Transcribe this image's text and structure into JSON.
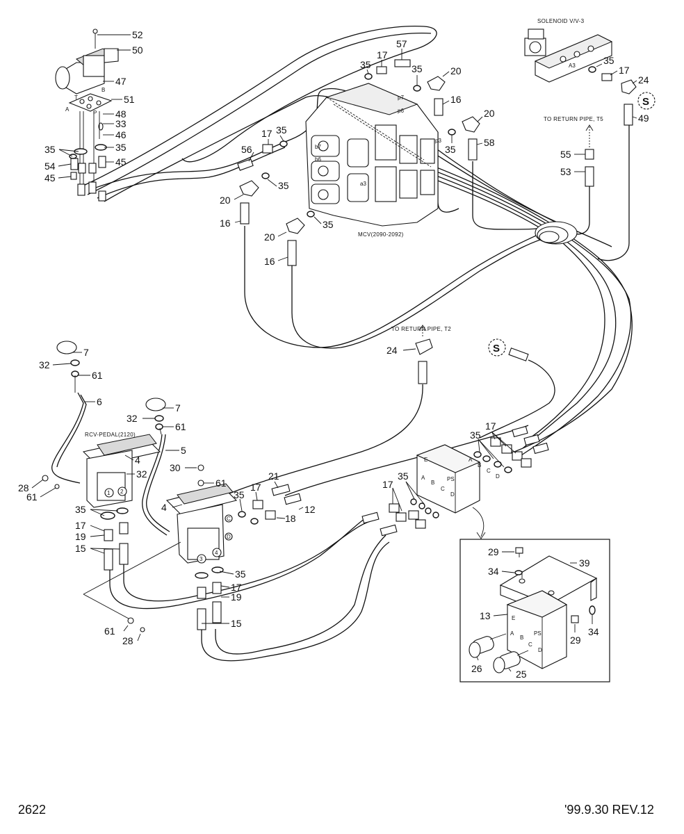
{
  "footer": {
    "page_number": "2622",
    "revision": "'99.9.30 REV.12"
  },
  "labels": {
    "solenoid": "SOLENOID V/V-3",
    "return_t5": "TO RETURN PIPE, T5",
    "return_t2": "TO RETURN PIPE, T2",
    "mcv": "MCV(2090-2092)",
    "rcv_pedal": "RCV-PEDAL(2120)",
    "connector_s": "S"
  },
  "ports": {
    "mcv_p7": "p7",
    "mcv_p6": "p6",
    "mcv_p3": "p3",
    "mcv_b7": "b7",
    "mcv_b6": "b6",
    "mcv_a3": "a3",
    "sol_a3": "A3",
    "valve_t": "T",
    "valve_b": "B",
    "valve_a": "A",
    "valve_p": "P",
    "block_e": "E",
    "block_a": "A",
    "block_b": "B",
    "block_ps": "PS",
    "block_c": "C",
    "block_d": "D",
    "side_a": "A",
    "side_b": "B",
    "side_c": "C",
    "side_d": "D",
    "pedal_1": "1",
    "pedal_2": "2",
    "pedal_3": "3",
    "pedal_4": "4",
    "pedal_c": "C",
    "pedal_d": "D"
  },
  "parts": {
    "p52": "52",
    "p50": "50",
    "p47": "47",
    "p51": "51",
    "p48": "48",
    "p33": "33",
    "p46": "46",
    "p35a": "35",
    "p35b": "35",
    "p54": "54",
    "p45a": "45",
    "p45b": "45",
    "p35c": "35",
    "p17a": "17",
    "p57": "57",
    "p35d": "35",
    "p20a": "20",
    "p16a": "16",
    "p20b": "20",
    "p35e": "35",
    "p58": "58",
    "p35f": "35",
    "p17b": "17",
    "p24a": "24",
    "p49": "49",
    "p55": "55",
    "p53": "53",
    "p17c": "17",
    "p35g": "35",
    "p56": "56",
    "p35h": "35",
    "p20c": "20",
    "p16b": "16",
    "p35i": "35",
    "p20d": "20",
    "p16c": "16",
    "p24b": "24",
    "p7a": "7",
    "p32a": "32",
    "p61a": "61",
    "p6": "6",
    "p7b": "7",
    "p32b": "32",
    "p61b": "61",
    "p5": "5",
    "p4a": "4",
    "p32c": "32",
    "p28a": "28",
    "p61c": "61",
    "p30": "30",
    "p61d": "61",
    "p4b": "4",
    "p35j": "35",
    "p17d": "17",
    "p19a": "19",
    "p15a": "15",
    "p35k": "35",
    "p17e": "17",
    "p21": "21",
    "p18": "18",
    "p12": "12",
    "p35l": "35",
    "p17f": "17",
    "p19b": "19",
    "p15b": "15",
    "p61e": "61",
    "p28b": "28",
    "p17g": "17",
    "p35m": "35",
    "p35n": "35",
    "p17h": "17",
    "p29a": "29",
    "p39": "39",
    "p34a": "34",
    "p13": "13",
    "p29b": "29",
    "p34b": "34",
    "p26": "26",
    "p25": "25"
  }
}
